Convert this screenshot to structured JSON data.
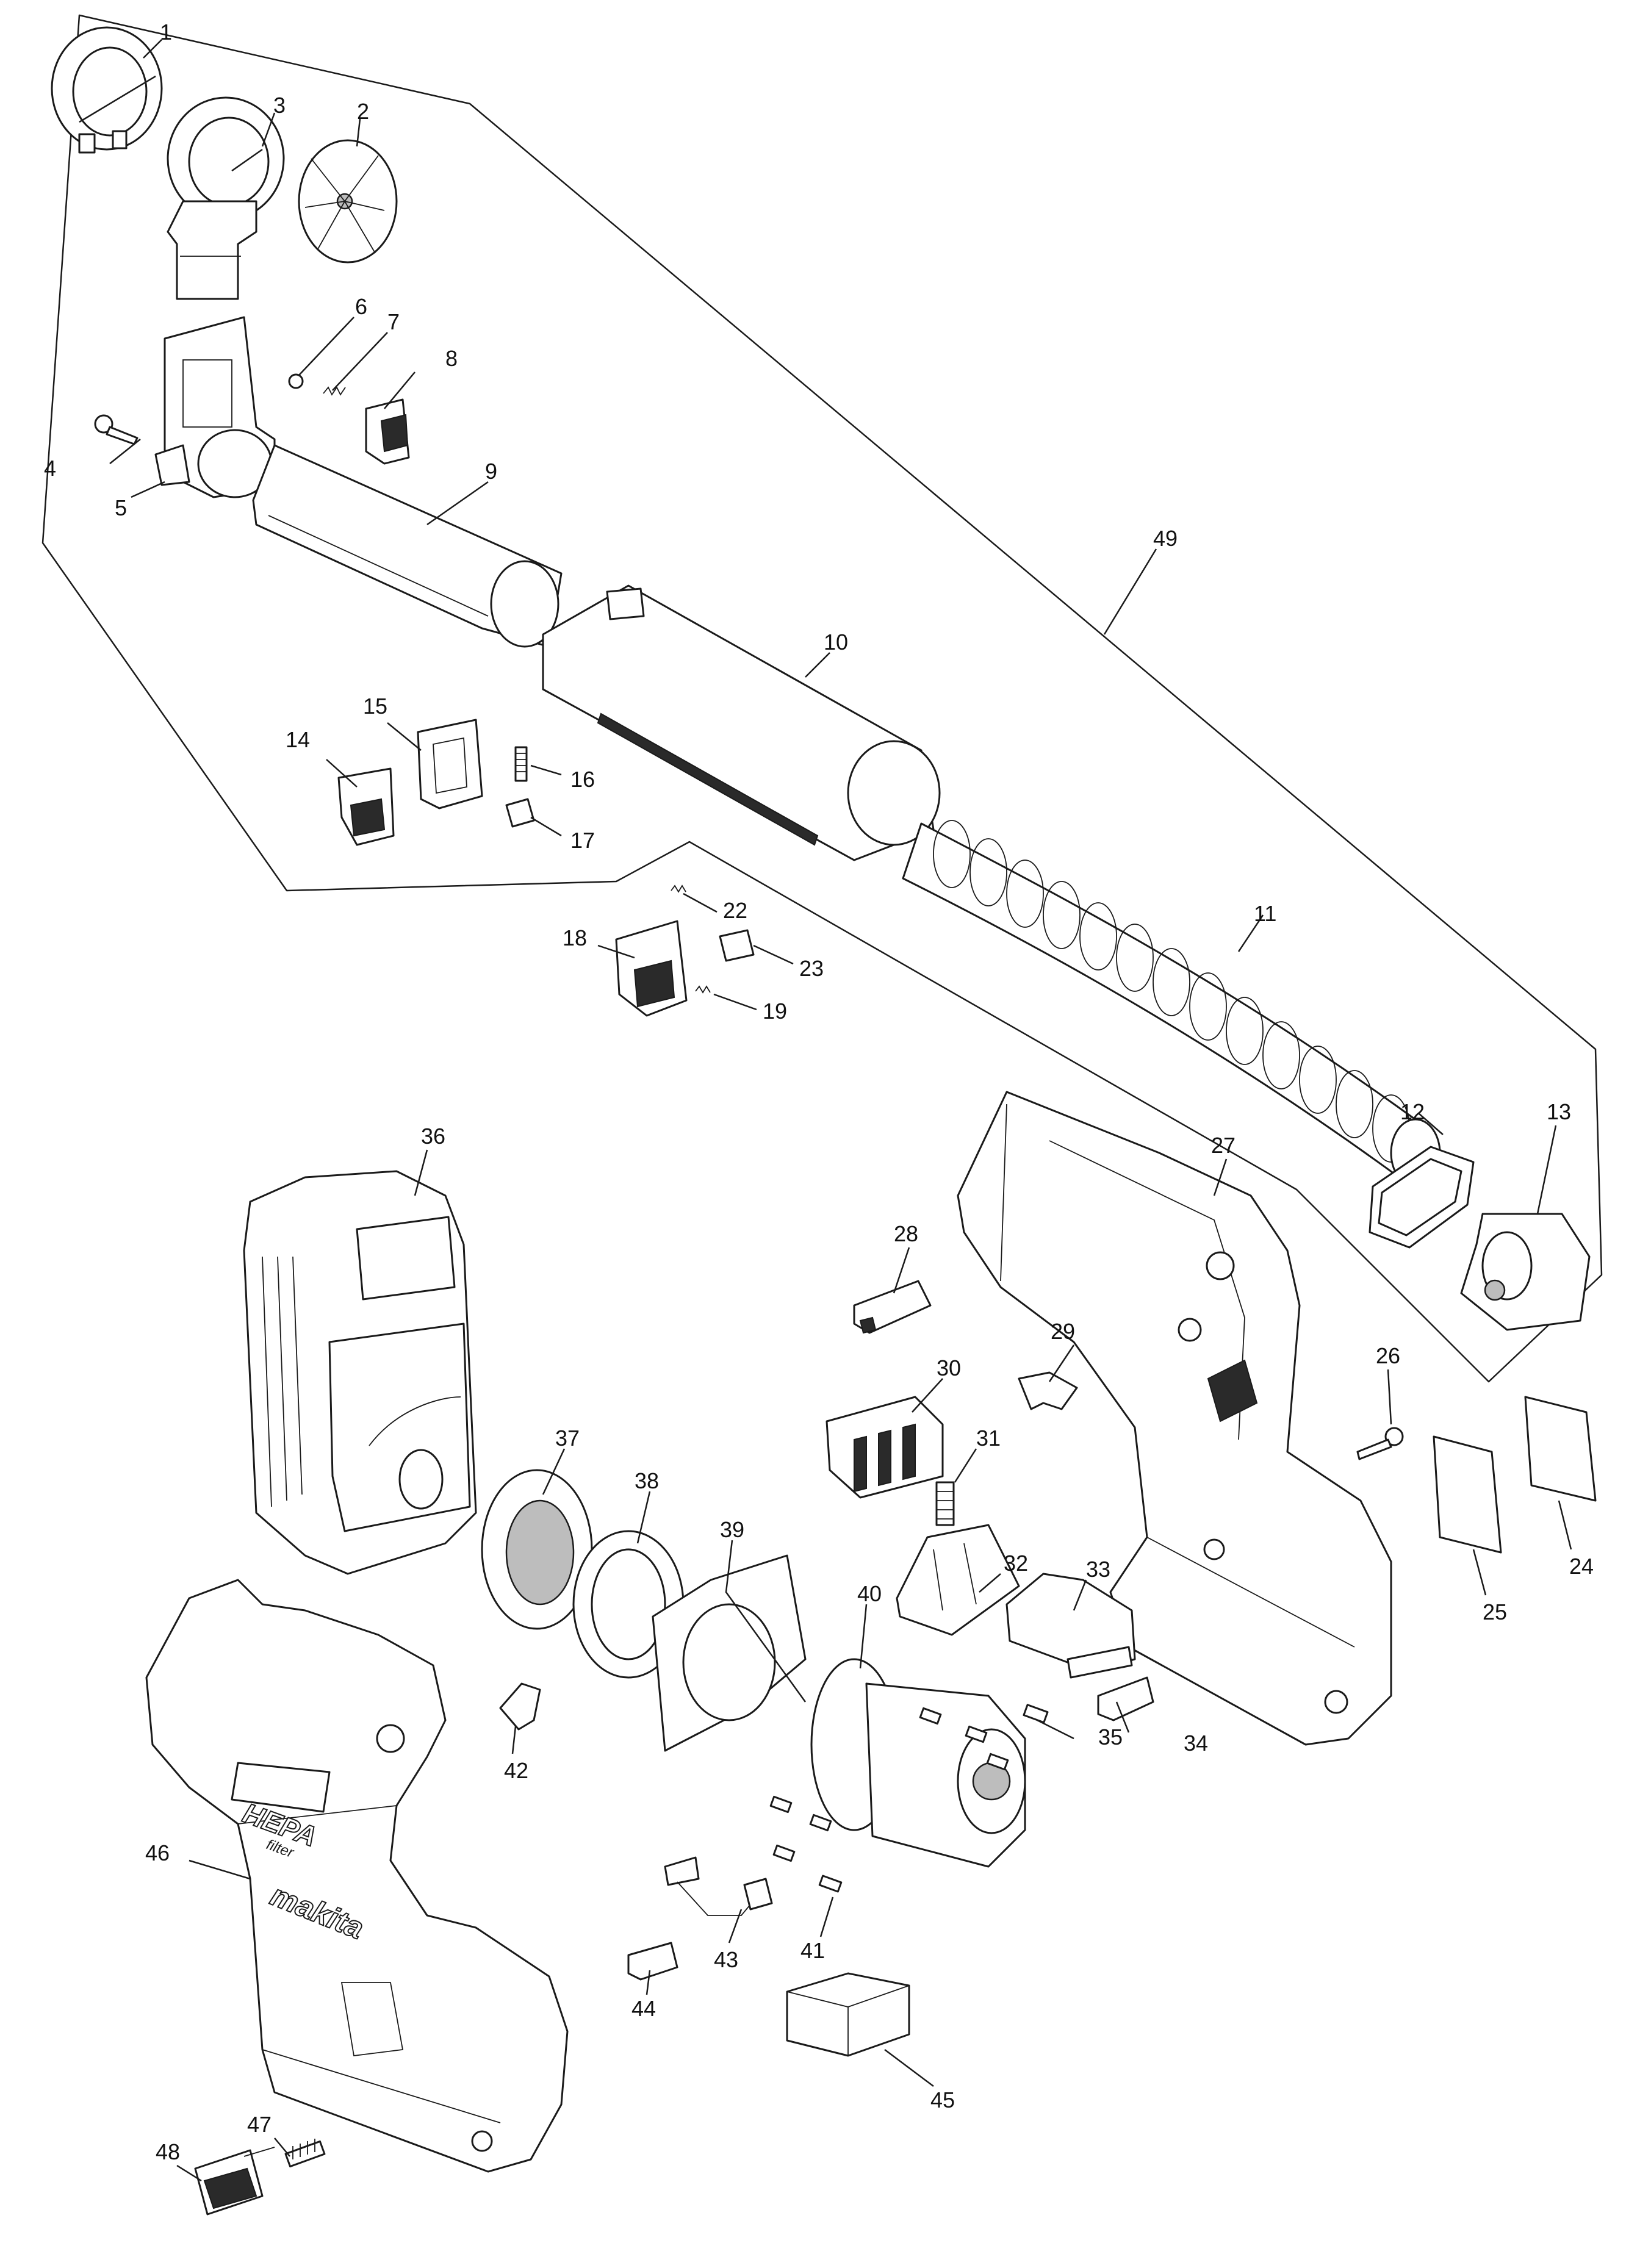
{
  "diagram": {
    "part_numbers": [
      "1",
      "2",
      "3",
      "4",
      "5",
      "6",
      "7",
      "8",
      "9",
      "10",
      "11",
      "12",
      "13",
      "14",
      "15",
      "16",
      "17",
      "18",
      "19",
      "22",
      "23",
      "24",
      "25",
      "26",
      "27",
      "28",
      "29",
      "30",
      "31",
      "32",
      "33",
      "34",
      "35",
      "36",
      "37",
      "38",
      "39",
      "40",
      "41",
      "42",
      "43",
      "44",
      "45",
      "46",
      "47",
      "48",
      "49"
    ],
    "housing_text": {
      "hepa_line1": "HEPA",
      "hepa_line2": "filter",
      "brand": "makita"
    }
  }
}
